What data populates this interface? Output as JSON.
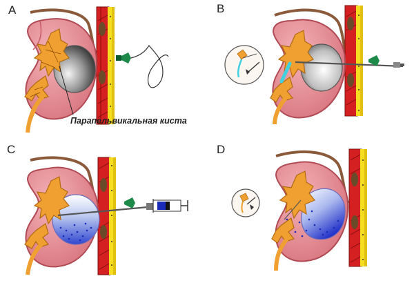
{
  "panels": [
    {
      "letter": "A"
    },
    {
      "letter": "B"
    },
    {
      "letter": "C"
    },
    {
      "letter": "D"
    }
  ],
  "caption": "Парапельвикальная киста",
  "colors": {
    "kidney": "#d97880",
    "kidney_dark": "#b04a55",
    "pelvis": "#f0a030",
    "pelvis_stroke": "#b06a10",
    "cyst_dark": "#222222",
    "vessel_red": "#d42020",
    "vessel_yellow": "#f5dd20",
    "fat_brown": "#8b5a3c",
    "needle_green": "#1e8a4a",
    "contrast_blue": "#2233cc"
  }
}
